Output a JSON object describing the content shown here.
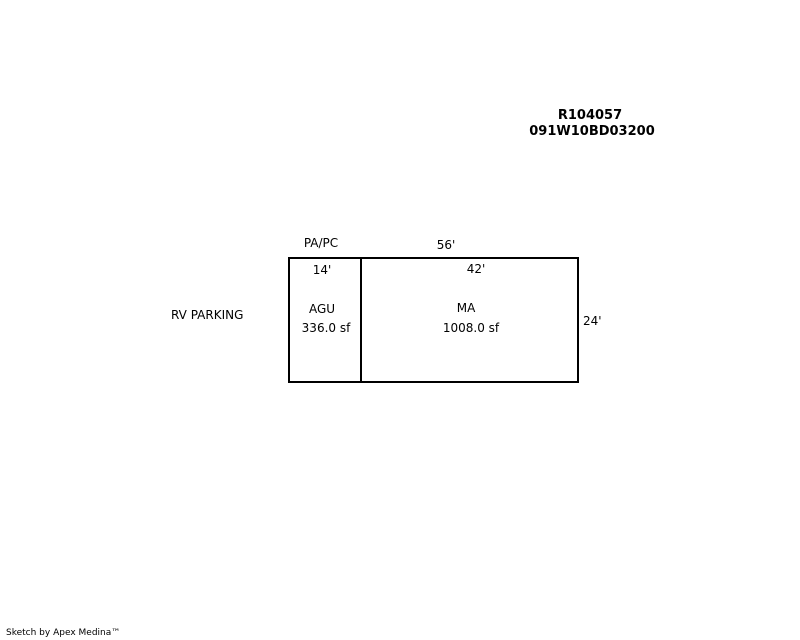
{
  "header": {
    "account_id": "R104057",
    "map_tax_lot": "091W10BD03200"
  },
  "sketch": {
    "rv_parking_label": "RV PARKING",
    "pa_pc_label": "PA/PC",
    "overall_width_label": "56'",
    "depth_label": "24'",
    "agu": {
      "width_label": "14'",
      "code": "AGU",
      "area": "336.0 sf"
    },
    "ma": {
      "width_label": "42'",
      "code": "MA",
      "area": "1008.0 sf"
    }
  },
  "footer": {
    "credit": "Sketch by Apex Medina™"
  }
}
